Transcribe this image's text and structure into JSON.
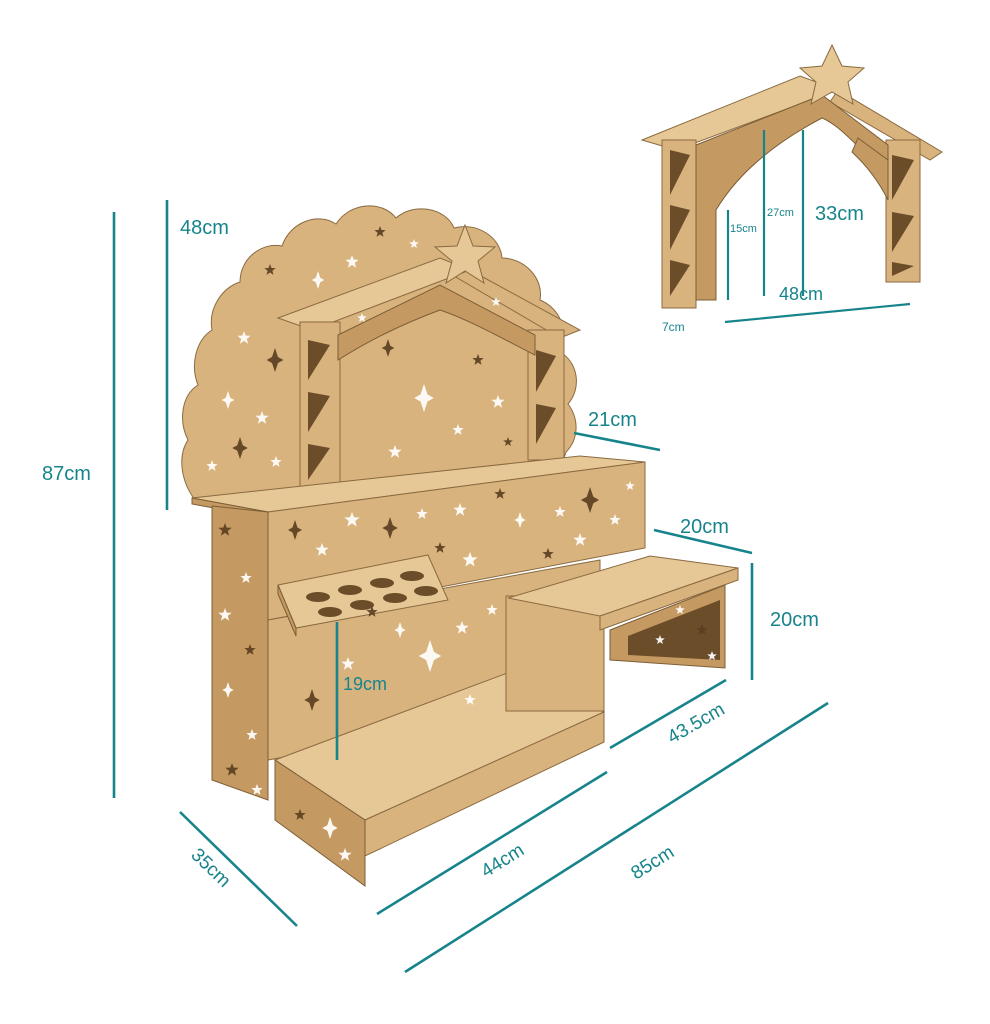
{
  "dimensions": {
    "total_height": "87cm",
    "back_height": "48cm",
    "roof_depth": "21cm",
    "step_depth": "20cm",
    "step_height": "20cm",
    "lower_height": "19cm",
    "step_width": "43.5cm",
    "total_width": "85cm",
    "base_width": "44cm",
    "side_depth": "35cm",
    "roof_inner_low": "15cm",
    "roof_inner_mid": "27cm",
    "roof_inner_high": "33cm",
    "roof_width": "48cm",
    "roof_post": "7cm"
  },
  "colors": {
    "dimension": "#17848c",
    "mdf": "#d9b37e"
  }
}
